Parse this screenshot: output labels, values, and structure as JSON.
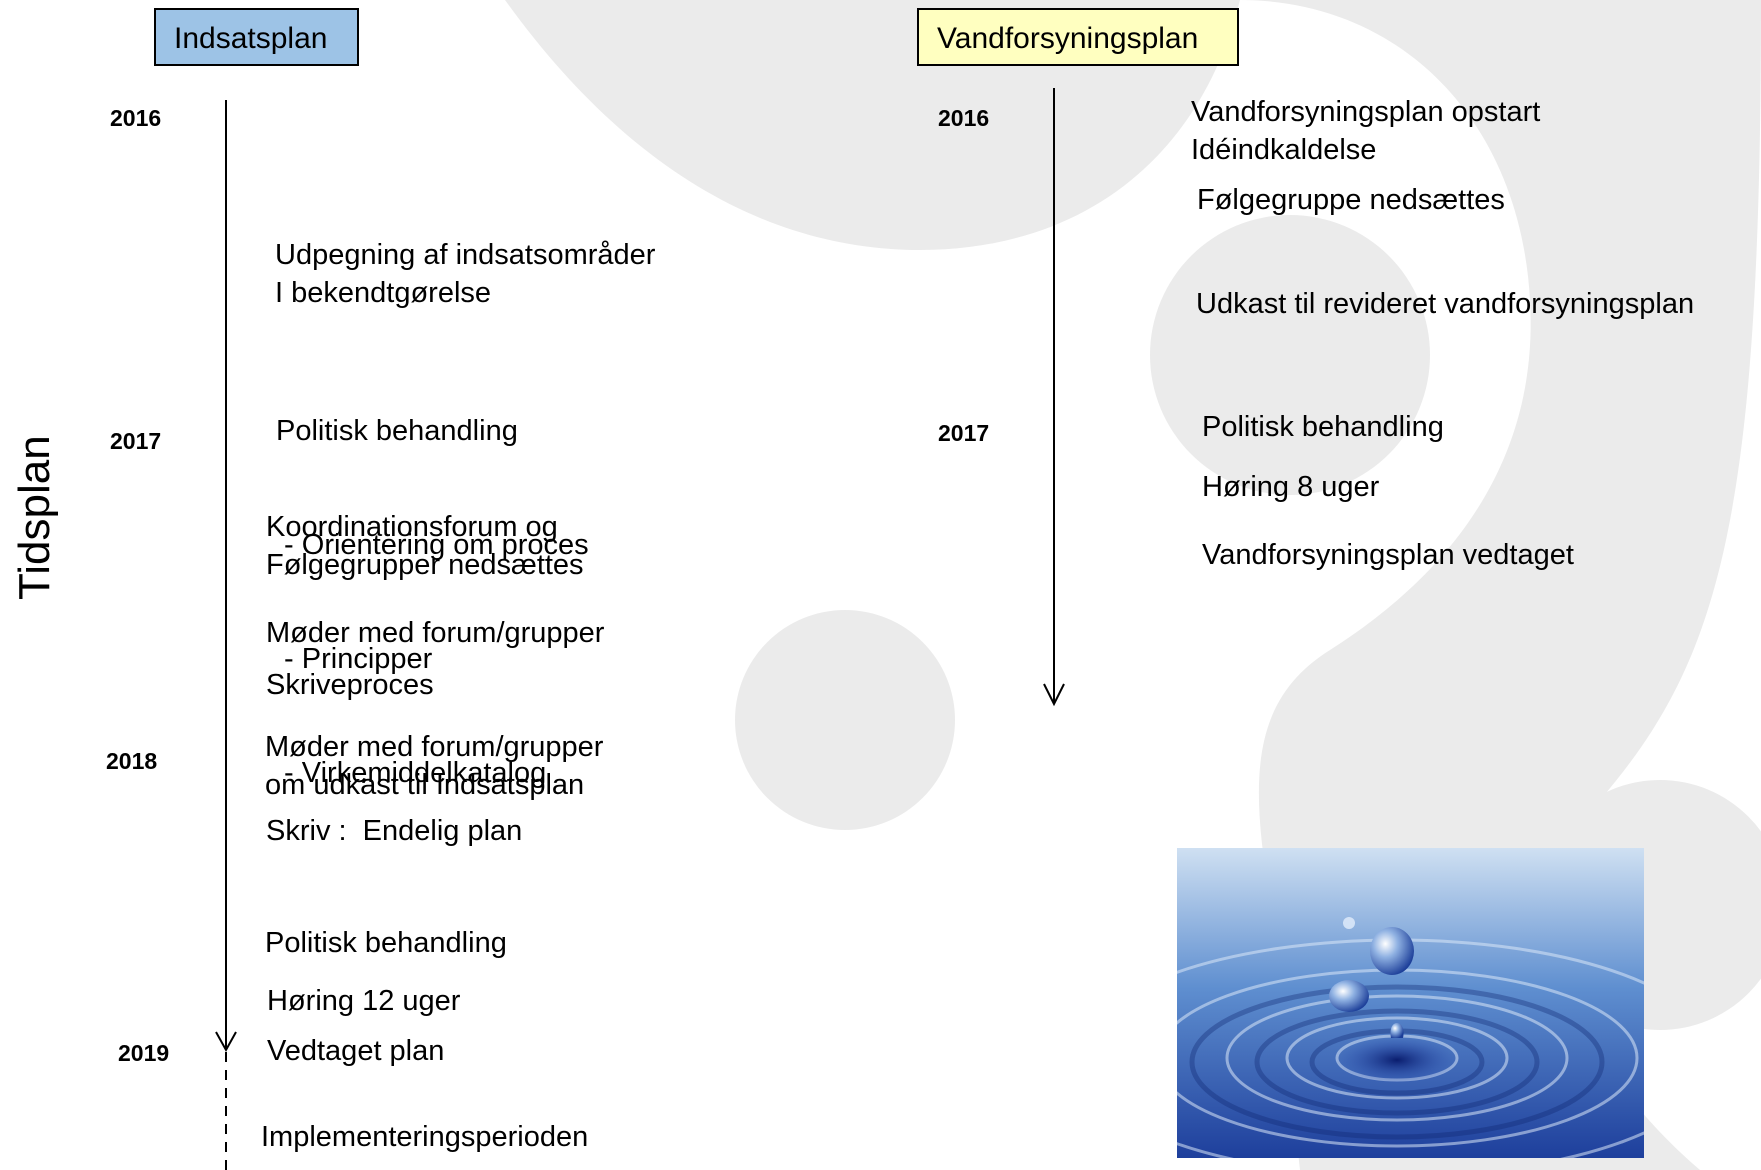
{
  "side_title": "Tidsplan",
  "left_column": {
    "header": "Indsatsplan",
    "years": [
      "2016",
      "2017",
      "2018",
      "2019"
    ],
    "items": [
      [
        "Udpegning af indsatsområder",
        "I bekendtgørelse"
      ],
      [
        "Politisk behandling",
        " - Orientering om proces",
        " - Principper",
        " - Virkemiddelkatalog"
      ],
      [
        "Koordinationsforum og",
        "Følgegrupper nedsættes"
      ],
      [
        "Møder med forum/grupper"
      ],
      [
        "Skriveproces"
      ],
      [
        "Møder med forum/grupper",
        "om udkast til Indsatsplan"
      ],
      [
        "Skriv :  Endelig plan"
      ],
      [
        "Politisk behandling"
      ],
      [
        "Høring 12 uger"
      ],
      [
        "Vedtaget plan"
      ],
      [
        "Implementeringsperioden"
      ]
    ]
  },
  "right_column": {
    "header": "Vandforsyningsplan",
    "years": [
      "2016",
      "2017"
    ],
    "items": [
      [
        "Vandforsyningsplan opstart",
        "Idéindkaldelse"
      ],
      [
        "Følgegruppe nedsættes"
      ],
      [
        "Udkast til revideret vandforsyningsplan"
      ],
      [
        "Politisk behandling"
      ],
      [
        "Høring 8 uger"
      ],
      [
        "Vandforsyningsplan vedtaget"
      ]
    ]
  },
  "colors": {
    "left_header_bg": "#9dc3e6",
    "right_header_bg": "#ffffc0",
    "background_shape": "#ebebeb"
  },
  "image": {
    "description_icon": "water-drop-photo"
  }
}
